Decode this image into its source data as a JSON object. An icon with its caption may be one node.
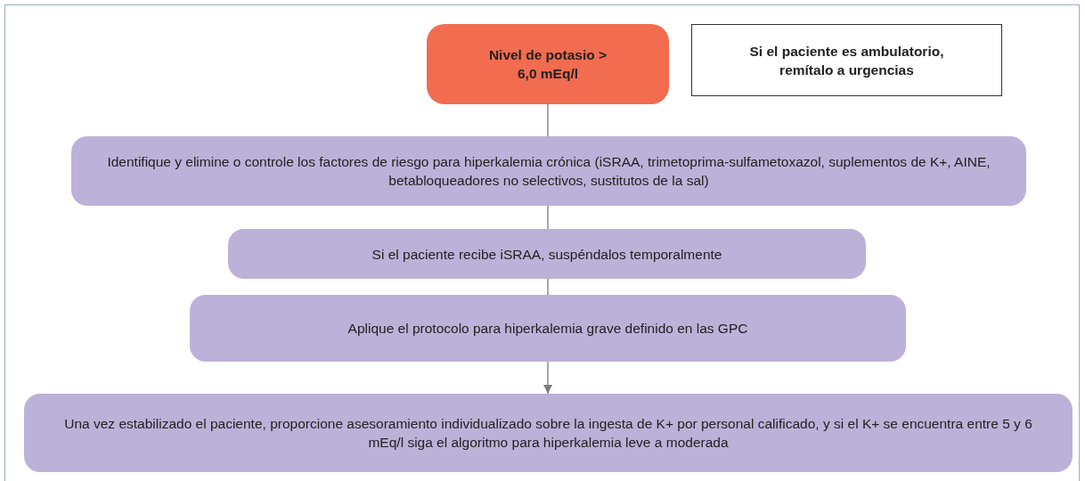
{
  "diagram": {
    "nodes": [
      {
        "text": [
          "Nivel de potasio > 6,0 mEq/l"
        ]
      },
      {
        "text": [
          "Si el paciente es ambulatorio, remítalo a urgencias"
        ]
      },
      {
        "text": [
          "Identifique y elimine o controle los factores de riesgo para hiperkalemia crónica (iSRAA, trimetoprima-sulfametoxazol, suplementos de K+, AINE, betabloqueadores no selectivos, sustitutos de la sal)"
        ]
      },
      {
        "text": [
          "Si el paciente recibe iSRAA, suspéndalos temporalmente"
        ]
      },
      {
        "text": [
          "Aplique el protocolo para hiperkalemia grave definido en las GPC"
        ]
      },
      {
        "text": [
          "Una vez estabilizado el paciente, proporcione asesoramiento individualizado sobre la ingesta de K+ por personal calificado, y si el K+ se encuentra entre 5 y 6 mEq/l siga el algoritmo para hiperkalemia leve a moderada"
        ]
      }
    ],
    "edges": [
      {
        "from": 0,
        "to": 2,
        "arrow": "none"
      },
      {
        "from": 2,
        "to": 3,
        "arrow": "none"
      },
      {
        "from": 3,
        "to": 4,
        "arrow": "none"
      },
      {
        "from": 4,
        "to": 5,
        "arrow": "to"
      }
    ]
  }
}
